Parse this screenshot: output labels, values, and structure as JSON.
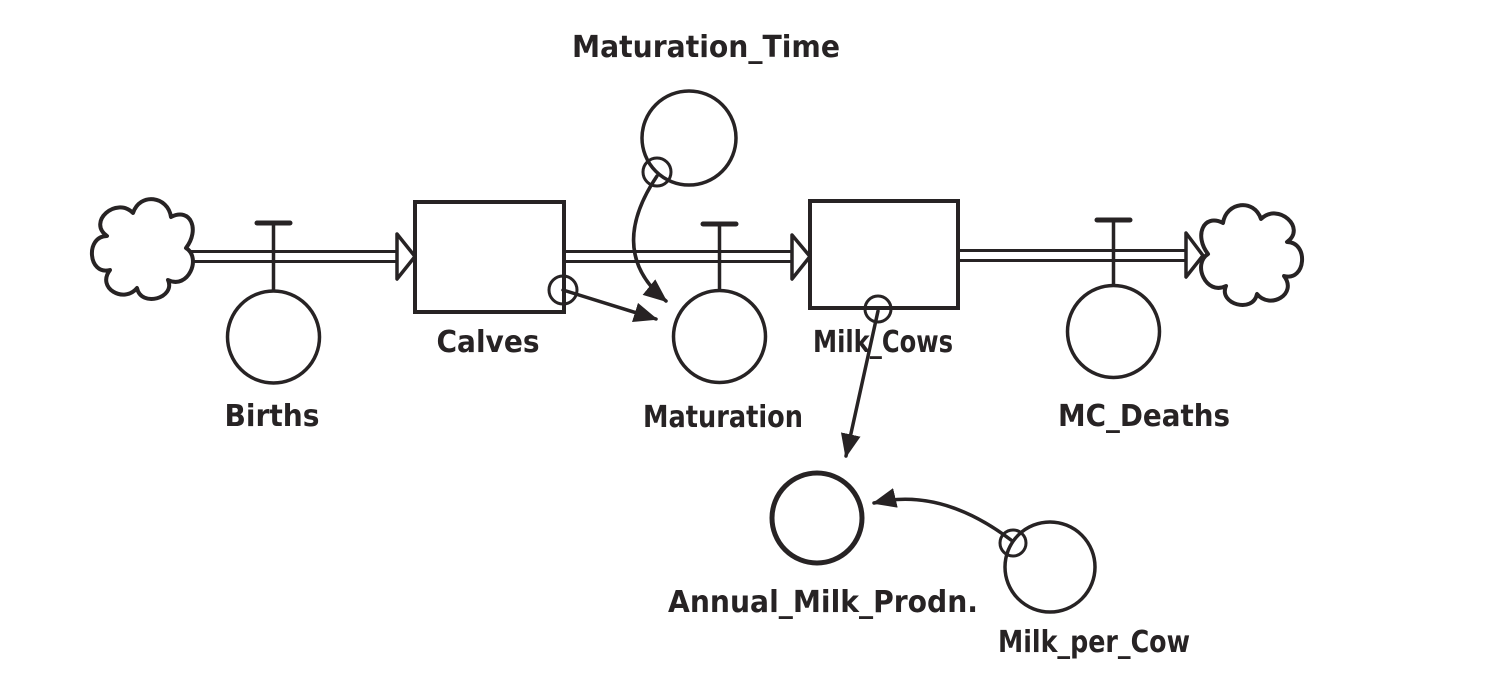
{
  "diagram": {
    "type": "stock-and-flow",
    "stocks": [
      {
        "label": "Calves"
      },
      {
        "label": "Milk_Cows"
      }
    ],
    "flows": [
      {
        "label": "Births",
        "from": "cloud-source",
        "to": "Calves"
      },
      {
        "label": "Maturation",
        "from": "Calves",
        "to": "Milk_Cows"
      },
      {
        "label": "MC_Deaths",
        "from": "Milk_Cows",
        "to": "cloud-sink"
      }
    ],
    "converters": [
      {
        "label": "Maturation_Time"
      },
      {
        "label": "Annual_Milk_Prodn."
      },
      {
        "label": "Milk_per_Cow"
      }
    ],
    "connectors": [
      {
        "from": "Maturation_Time",
        "to": "Maturation"
      },
      {
        "from": "Calves",
        "to": "Maturation"
      },
      {
        "from": "Milk_Cows",
        "to": "Annual_Milk_Prodn."
      },
      {
        "from": "Milk_per_Cow",
        "to": "Annual_Milk_Prodn."
      }
    ]
  },
  "colors": {
    "line": "#272324",
    "background": "#ffffff"
  }
}
